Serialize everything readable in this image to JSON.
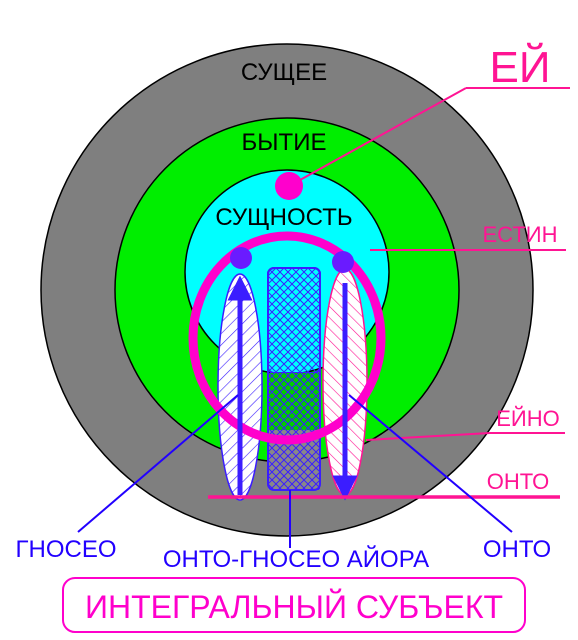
{
  "labels": {
    "sushchee": "СУЩЕЕ",
    "bytie": "БЫТИЕ",
    "sushchnost": "СУЩНОСТЬ",
    "ei": "ЕЙ",
    "estin": "ЕСТИН",
    "eino": "ЕЙНО",
    "onto_right_line": "ОНТО",
    "gnoseo": "ГНОСЕО",
    "onto_gnoseo_aiora": "ОНТО-ГНОСЕО АЙОРА",
    "onto_bottom_right": "ОНТО",
    "integral_subject": "ИНТЕГРАЛЬНЫЙ СУБЪЕКТ"
  },
  "colors": {
    "outer_circle": "#7f7f7f",
    "middle_circle": "#00ee00",
    "inner_circle": "#00ffff",
    "accent_magenta": "#ff00cc",
    "accent_pink": "#ff1493",
    "arrow_blue": "#3b1dff",
    "label_blue": "#2200ff"
  }
}
